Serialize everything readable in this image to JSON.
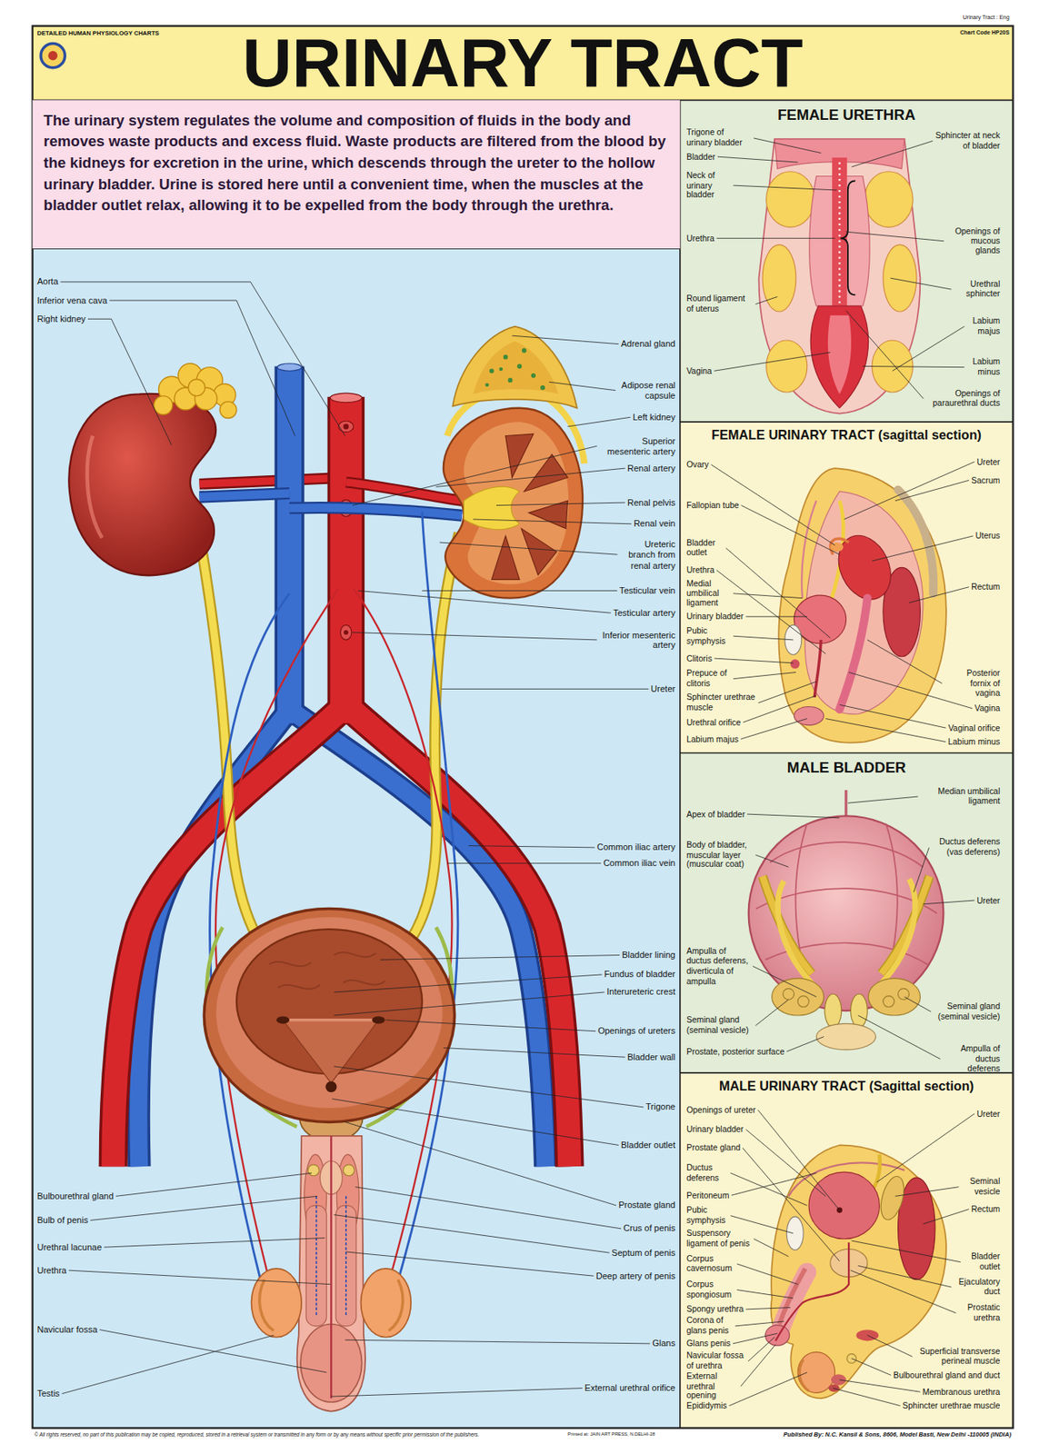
{
  "diagram": {
    "title": "URINARY TRACT",
    "nodes": [
      {
        "text": [
          "The urinary system regulates the volume and composition of fluids in the body and removes waste products and excess fluid. Waste products are filtered from the blood by the kidneys for excretion in the urine, which descends through the ureter to the hollow urinary bladder. Urine is stored here until a convenient time, when the muscles at the bladder outlet relax, allowing it to be expelled from the body through the urethra."
        ]
      },
      {
        "text": [
          "FEMALE URETHRA"
        ]
      },
      {
        "text": [
          "FEMALE URINARY TRACT (sagittal section)"
        ]
      },
      {
        "text": [
          "MALE BLADDER"
        ]
      },
      {
        "text": [
          "MALE URINARY TRACT (Sagittal section)"
        ]
      }
    ],
    "labels": [
      "DETAILED HUMAN PHYSIOLOGY CHARTS",
      "Urinary Tract : Eng",
      "Chart Code HP20S",
      "Aorta",
      "Inferior vena cava",
      "Right kidney",
      "Adrenal gland",
      "Adipose renal capsule",
      "Left kidney",
      "Superior mesenteric artery",
      "Renal artery",
      "Renal pelvis",
      "Renal vein",
      "Ureteric branch from renal artery",
      "Testicular vein",
      "Testicular artery",
      "Inferior mesenteric artery",
      "Ureter",
      "Common iliac artery",
      "Common iliac vein",
      "Bladder lining",
      "Fundus of bladder",
      "Interureteric crest",
      "Openings of ureters",
      "Bladder wall",
      "Trigone",
      "Bladder outlet",
      "Prostate gland",
      "Crus of penis",
      "Septum of penis",
      "Deep artery of penis",
      "Glans",
      "External urethral orifice",
      "Bulbourethral gland",
      "Bulb of penis",
      "Urethral lacunae",
      "Urethra",
      "Navicular fossa",
      "Testis",
      "Trigone of urinary bladder",
      "Bladder",
      "Neck of urinary bladder",
      "Urethra",
      "Round ligament of uterus",
      "Vagina",
      "Sphincter at neck of bladder",
      "Openings of mucous glands",
      "Urethral sphincter",
      "Labium majus",
      "Labium minus",
      "Openings of paraurethral ducts",
      "Ovary",
      "Fallopian tube",
      "Bladder outlet",
      "Urethra",
      "Medial umbilical ligament",
      "Urinary bladder",
      "Pubic symphysis",
      "Clitoris",
      "Prepuce of clitoris",
      "Sphincter urethrae muscle",
      "Urethral orifice",
      "Labium majus",
      "Ureter",
      "Sacrum",
      "Uterus",
      "Rectum",
      "Posterior fornix of vagina",
      "Vagina",
      "Vaginal orifice",
      "Labium minus",
      "Apex of bladder",
      "Body of bladder, muscular layer (muscular coat)",
      "Ampulla of ductus deferens, diverticula of ampulla",
      "Seminal gland (seminal vesicle)",
      "Prostate, posterior surface",
      "Median umbilical ligament",
      "Ductus deferens (vas deferens)",
      "Ureter",
      "Seminal gland (seminal vesicle)",
      "Ampulla of ductus deferens",
      "Openings of ureter",
      "Urinary bladder",
      "Prostate gland",
      "Ductus deferens",
      "Peritoneum",
      "Pubic symphysis",
      "Suspensory ligament of penis",
      "Corpus cavernosum",
      "Corpus spongiosum",
      "Spongy urethra",
      "Corona of glans penis",
      "Glans penis",
      "Navicular fossa of urethra",
      "External urethral opening",
      "Epididymis",
      "Ureter",
      "Seminal vesicle",
      "Rectum",
      "Bladder outlet",
      "Ejaculatory duct",
      "Prostatic urethra",
      "Superficial transverse perineal muscle",
      "Bulbourethral gland and duct",
      "Membranous urethra",
      "Sphincter urethrae muscle",
      "© All rights reserved, no part of this publication may be copied, reproduced, stored in a retrieval system or transmitted in any form or by any means without specific prior permission of the publishers.",
      "Printed at: JAIN ART PRESS, N.DELHI-28",
      "Published By: N.C. Kansil & Sons, 8606, Model Basti, New Delhi -110005 (INDIA)"
    ]
  }
}
